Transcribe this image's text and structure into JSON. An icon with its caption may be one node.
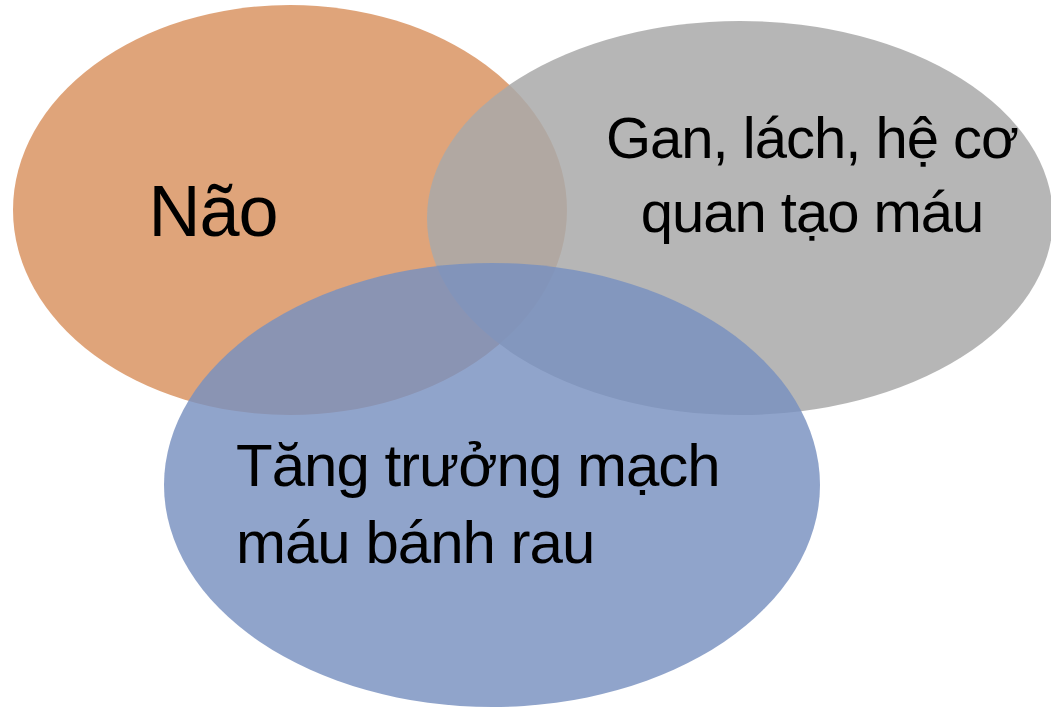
{
  "diagram": {
    "nodes": [
      {
        "text": [
          "Não"
        ]
      },
      {
        "text": [
          "Gan, lách, hệ cơ quan tạo máu"
        ]
      },
      {
        "text": [
          "Tăng trưởng mạch máu bánh rau"
        ]
      }
    ]
  }
}
